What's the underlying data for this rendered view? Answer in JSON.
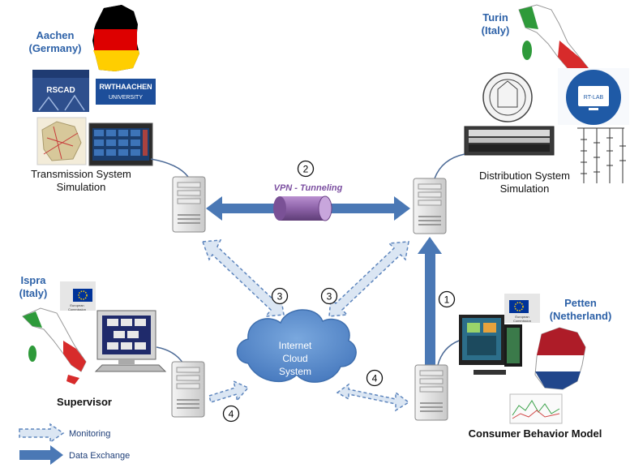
{
  "sites": {
    "aachen": {
      "city": "Aachen",
      "country": "(Germany)"
    },
    "turin": {
      "city": "Turin",
      "country": "(Italy)"
    },
    "ispra": {
      "city": "Ispra",
      "country": "(Italy)"
    },
    "petten": {
      "city": "Petten",
      "country": "(Netherland)"
    }
  },
  "nodes": {
    "transmission": {
      "line1": "Transmission System",
      "line2": "Simulation"
    },
    "distribution": {
      "line1": "Distribution System",
      "line2": "Simulation"
    },
    "supervisor": {
      "label": "Supervisor"
    },
    "consumer": {
      "label": "Consumer Behavior Model"
    },
    "cloud": {
      "line1": "Internet",
      "line2": "Cloud",
      "line3": "System"
    }
  },
  "tunnel": {
    "label": "VPN - Tunneling"
  },
  "logos": {
    "rscad": "RSCAD",
    "rwth1": "RWTHAACHEN",
    "rwth2": "UNIVERSITY",
    "rtlab": "RT-LAB",
    "ec1": "European",
    "ec2": "Commission"
  },
  "markers": {
    "vpn": "2",
    "monitor_left": "3",
    "monitor_right": "3",
    "exchange": "1",
    "mon_supervisor": "4",
    "mon_consumer": "4"
  },
  "legend": {
    "monitoring": "Monitoring",
    "data_exchange": "Data Exchange"
  },
  "colors": {
    "arrow": "#4a78b5",
    "dashed": "#dbe6f3",
    "cloud": "#5b8fcc",
    "tunnel": "#8d62a8",
    "site_text": "#2e62a8"
  }
}
